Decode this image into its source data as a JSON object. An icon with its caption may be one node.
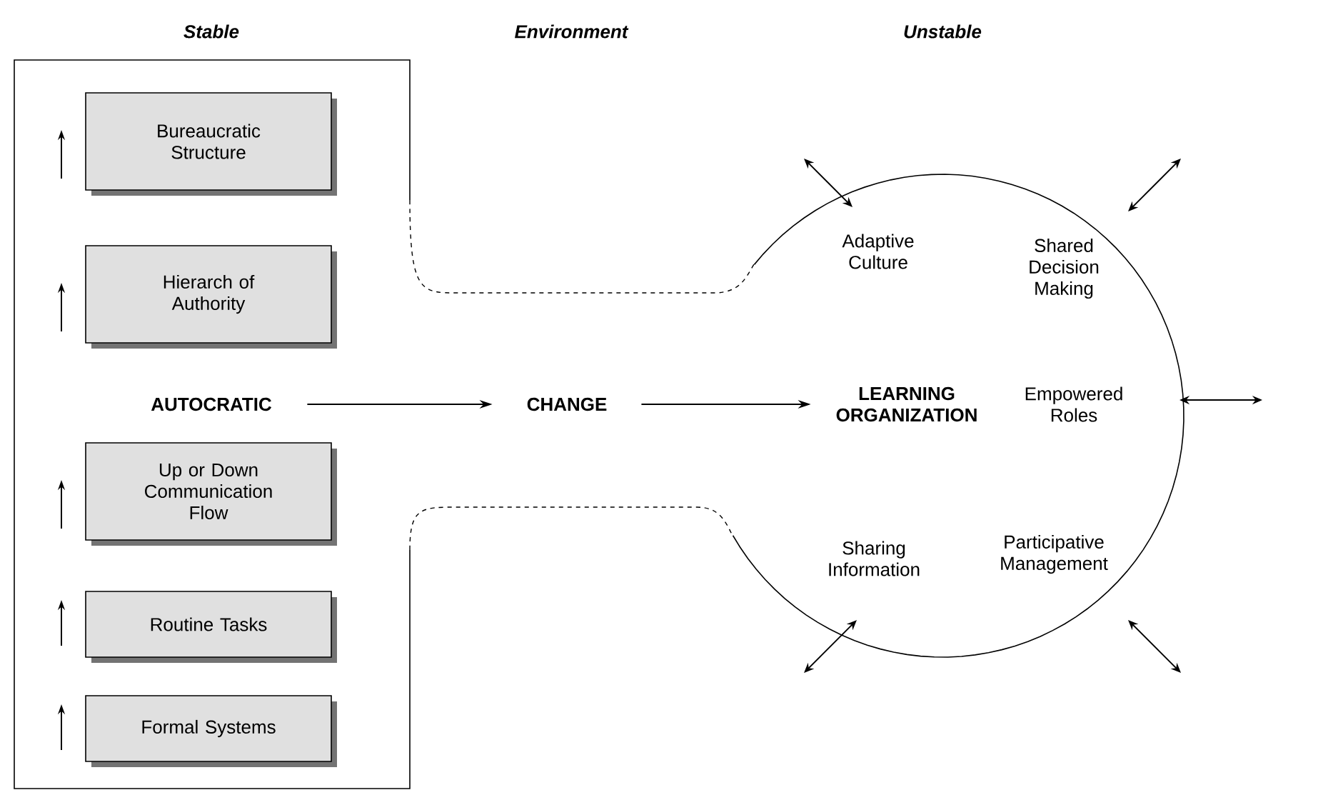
{
  "diagram": {
    "nodes": [
      {
        "text": [],
        "shape": "box"
      },
      {
        "text": [
          "Bureaucratic Structure"
        ],
        "in": 0
      },
      {
        "text": [
          "Hierarch of Authority"
        ],
        "in": 0
      },
      {
        "text": [
          "AUTOCRATIC"
        ],
        "in": 0
      },
      {
        "text": [
          "Up or Down Communication Flow"
        ],
        "in": 0
      },
      {
        "text": [
          "Routine Tasks"
        ],
        "in": 0
      },
      {
        "text": [
          "Formal Systems"
        ],
        "in": 0
      },
      {
        "text": [
          "CHANGE"
        ]
      },
      {
        "text": [],
        "shape": "circle"
      },
      {
        "text": [
          "Adaptive Culture"
        ],
        "in": 8
      },
      {
        "text": [
          "Shared Decision Making"
        ],
        "in": 8
      },
      {
        "text": [
          "LEARNING ORGANIZATION"
        ],
        "in": 8
      },
      {
        "text": [
          "Empowered Roles"
        ],
        "in": 8
      },
      {
        "text": [
          "Sharing Information"
        ],
        "in": 8
      },
      {
        "text": [
          "Participative Management"
        ],
        "in": 8
      }
    ],
    "edges": [
      {
        "from": 3,
        "to": 7,
        "arrow": "to"
      },
      {
        "from": 7,
        "to": 11,
        "arrow": "to"
      }
    ],
    "labels": [
      "Stable",
      "Environment",
      "Unstable"
    ]
  }
}
